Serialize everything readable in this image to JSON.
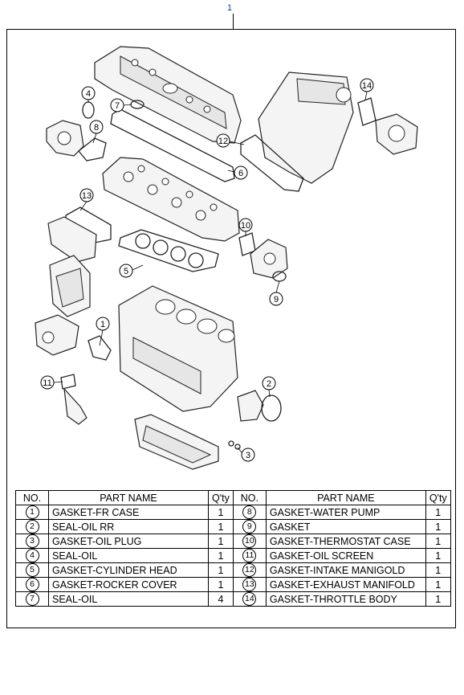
{
  "page_ref": "1",
  "callouts": {
    "c1": "1",
    "c2": "2",
    "c3": "3",
    "c4": "4",
    "c5": "5",
    "c6": "6",
    "c7": "7",
    "c8": "8",
    "c9": "9",
    "c10": "10",
    "c11": "11",
    "c12": "12",
    "c13": "13",
    "c14": "14"
  },
  "table": {
    "headers": {
      "no": "NO.",
      "part_name": "PART NAME",
      "qty": "Q'ty"
    },
    "rows": [
      {
        "l_no": "1",
        "l_name": "GASKET-FR CASE",
        "l_qty": "1",
        "r_no": "8",
        "r_name": "GASKET-WATER PUMP",
        "r_qty": "1"
      },
      {
        "l_no": "2",
        "l_name": "SEAL-OIL RR",
        "l_qty": "1",
        "r_no": "9",
        "r_name": "GASKET",
        "r_qty": "1"
      },
      {
        "l_no": "3",
        "l_name": "GASKET-OIL PLUG",
        "l_qty": "1",
        "r_no": "10",
        "r_name": "GASKET-THERMOSTAT CASE",
        "r_qty": "1"
      },
      {
        "l_no": "4",
        "l_name": "SEAL-OIL",
        "l_qty": "1",
        "r_no": "11",
        "r_name": "GASKET-OIL SCREEN",
        "r_qty": "1"
      },
      {
        "l_no": "5",
        "l_name": "GASKET-CYLINDER HEAD",
        "l_qty": "1",
        "r_no": "12",
        "r_name": "GASKET-INTAKE MANIGOLD",
        "r_qty": "1"
      },
      {
        "l_no": "6",
        "l_name": "GASKET-ROCKER COVER",
        "l_qty": "1",
        "r_no": "13",
        "r_name": "GASKET-EXHAUST MANIFOLD",
        "r_qty": "1"
      },
      {
        "l_no": "7",
        "l_name": "SEAL-OIL",
        "l_qty": "4",
        "r_no": "14",
        "r_name": "GASKET-THROTTLE BODY",
        "r_qty": "1"
      }
    ]
  }
}
